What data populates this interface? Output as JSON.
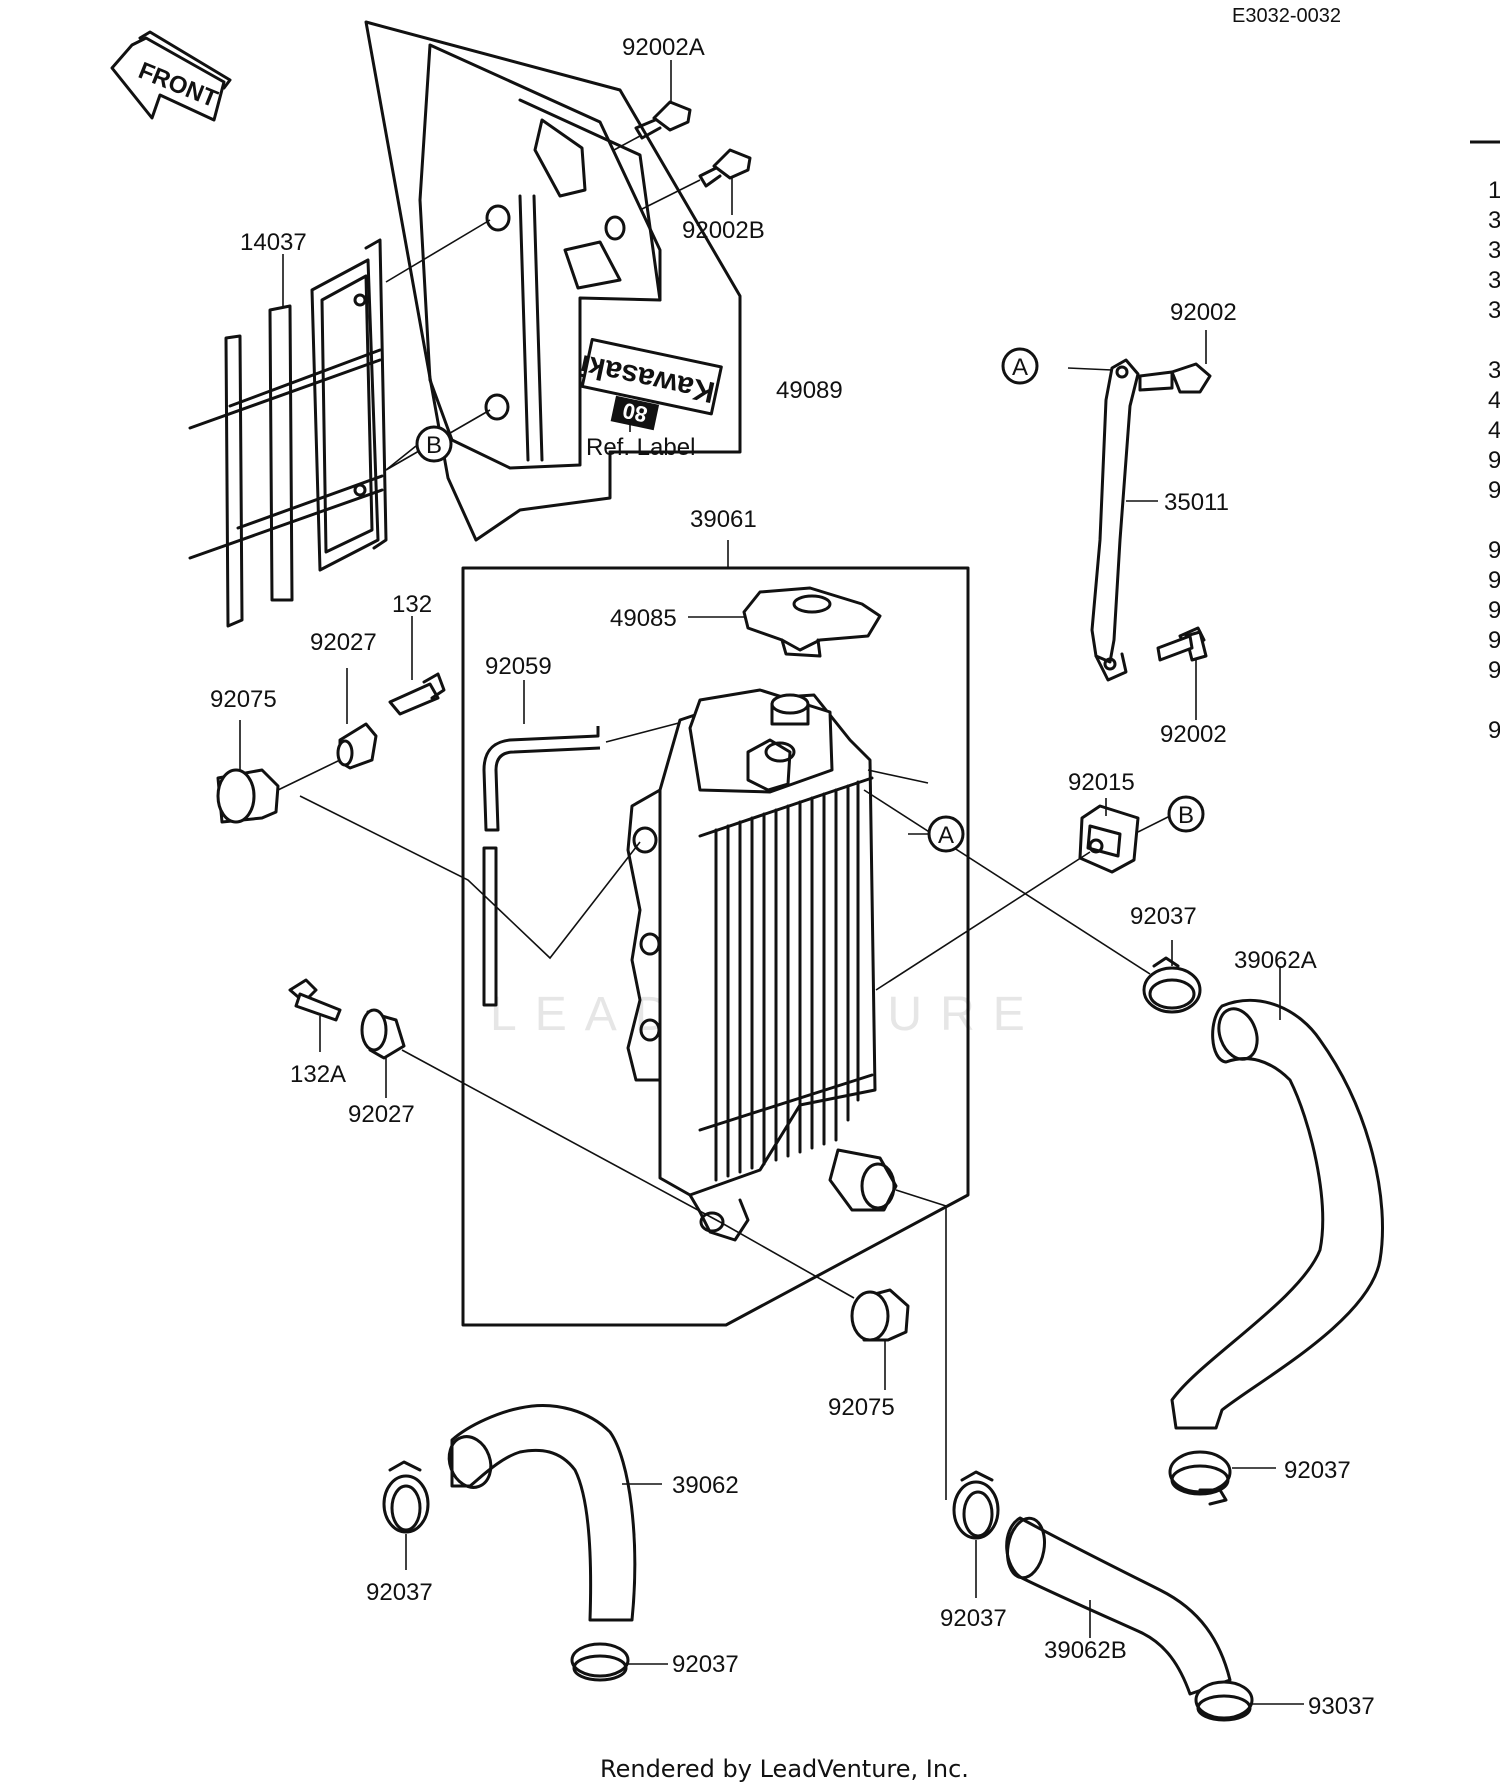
{
  "header": {
    "diagram_code": "E3032-0032"
  },
  "front_arrow": {
    "label": "FRONT"
  },
  "watermark": "LEADVENTURE",
  "footer": {
    "credit": "Rendered by LeadVenture, Inc."
  },
  "shroud_decal": {
    "brand": "Kawasaki",
    "model": "80"
  },
  "parts": [
    {
      "id": "p92002A",
      "label": "92002A"
    },
    {
      "id": "p92002B",
      "label": "92002B"
    },
    {
      "id": "p14037",
      "label": "14037"
    },
    {
      "id": "p49089",
      "label": "49089"
    },
    {
      "id": "pRef",
      "label": "Ref. Label"
    },
    {
      "id": "p39061",
      "label": "39061"
    },
    {
      "id": "p49085",
      "label": "49085"
    },
    {
      "id": "p92059",
      "label": "92059"
    },
    {
      "id": "p132",
      "label": "132"
    },
    {
      "id": "p92027a",
      "label": "92027"
    },
    {
      "id": "p92075a",
      "label": "92075"
    },
    {
      "id": "p92002a",
      "label": "92002"
    },
    {
      "id": "p35011",
      "label": "35011"
    },
    {
      "id": "p92002b",
      "label": "92002"
    },
    {
      "id": "p92015",
      "label": "92015"
    },
    {
      "id": "p92037a",
      "label": "92037"
    },
    {
      "id": "p39062A",
      "label": "39062A"
    },
    {
      "id": "p132A",
      "label": "132A"
    },
    {
      "id": "p92027b",
      "label": "92027"
    },
    {
      "id": "p92075b",
      "label": "92075"
    },
    {
      "id": "p39062",
      "label": "39062"
    },
    {
      "id": "p92037b",
      "label": "92037"
    },
    {
      "id": "p92037c",
      "label": "92037"
    },
    {
      "id": "p92037d",
      "label": "92037"
    },
    {
      "id": "p92037e",
      "label": "92037"
    },
    {
      "id": "p39062B",
      "label": "39062B"
    },
    {
      "id": "p93037",
      "label": "93037"
    }
  ],
  "reference_markers": [
    {
      "id": "mA1",
      "letter": "A"
    },
    {
      "id": "mA2",
      "letter": "A"
    },
    {
      "id": "mB1",
      "letter": "B"
    },
    {
      "id": "mB2",
      "letter": "B"
    }
  ],
  "cropped_list": {
    "chars": [
      "1",
      "3",
      "3",
      "3",
      "3",
      "3",
      "4",
      "4",
      "9",
      "9",
      "9",
      "9",
      "9",
      "9",
      "9",
      "9"
    ]
  }
}
